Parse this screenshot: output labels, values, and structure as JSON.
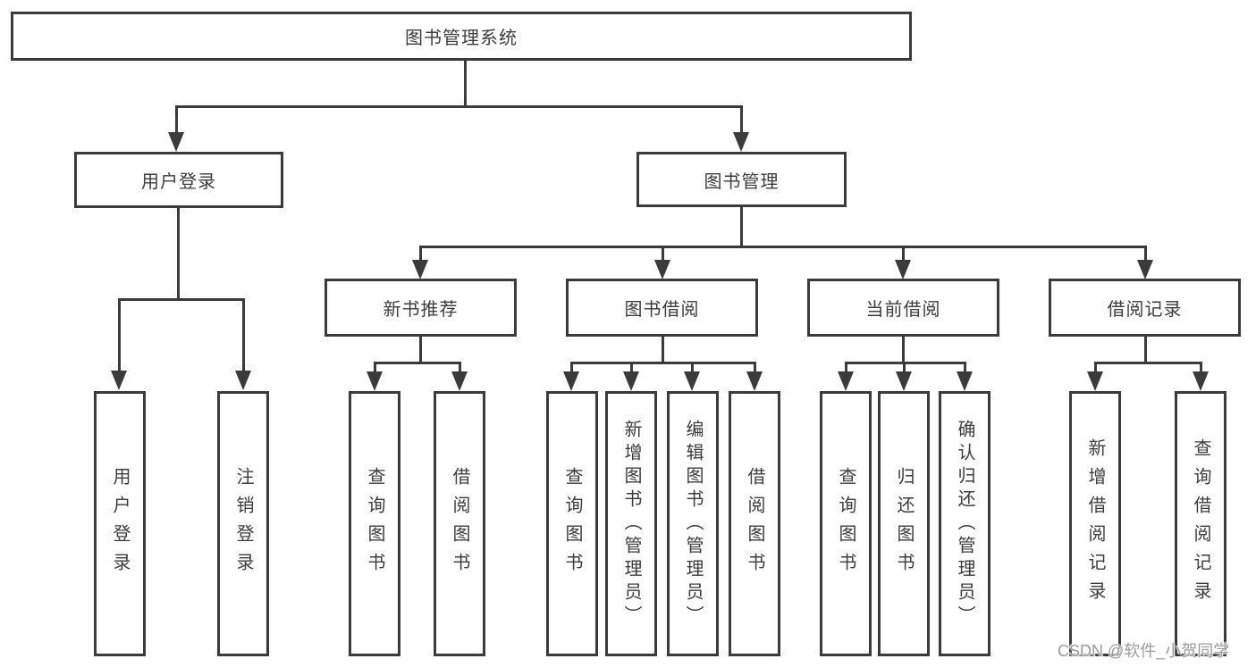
{
  "diagram": {
    "root": {
      "label": "图书管理系统"
    },
    "level2": [
      {
        "label": "用户登录"
      },
      {
        "label": "图书管理"
      }
    ],
    "level3": [
      {
        "label": "新书推荐"
      },
      {
        "label": "图书借阅"
      },
      {
        "label": "当前借阅"
      },
      {
        "label": "借阅记录"
      }
    ],
    "leaves": [
      {
        "label": "用户登录",
        "parent": "用户登录"
      },
      {
        "label": "注销登录",
        "parent": "用户登录"
      },
      {
        "label": "查询图书",
        "parent": "新书推荐"
      },
      {
        "label": "借阅图书",
        "parent": "新书推荐"
      },
      {
        "label": "查询图书",
        "parent": "图书借阅"
      },
      {
        "label": "新增图书（管理员）",
        "parent": "图书借阅"
      },
      {
        "label": "编辑图书（管理员）",
        "parent": "图书借阅"
      },
      {
        "label": "借阅图书",
        "parent": "图书借阅"
      },
      {
        "label": "查询图书",
        "parent": "当前借阅"
      },
      {
        "label": "归还图书",
        "parent": "当前借阅"
      },
      {
        "label": "确认归还（管理员）",
        "parent": "当前借阅"
      },
      {
        "label": "新增借阅记录",
        "parent": "借阅记录"
      },
      {
        "label": "查询借阅记录",
        "parent": "借阅记录"
      }
    ]
  },
  "watermark": {
    "text": "CSDN @软件_小贺同学"
  },
  "colors": {
    "line": "#3b3b3b",
    "text": "#3d3d3d",
    "watermark": "#9c9c9c",
    "background": "#ffffff"
  }
}
